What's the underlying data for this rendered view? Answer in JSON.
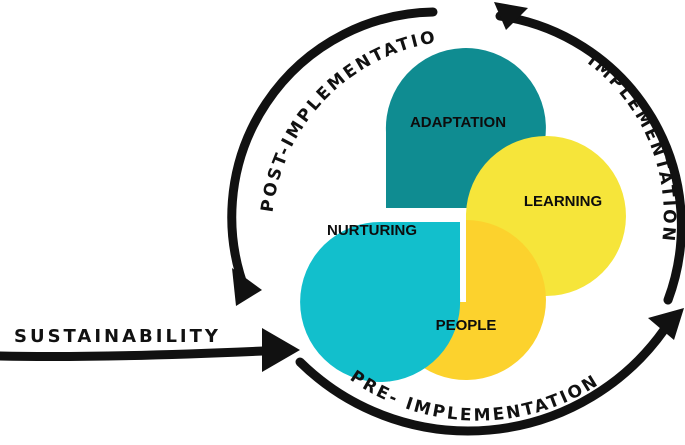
{
  "diagram": {
    "petals": {
      "adaptation": {
        "label": "ADAPTATION",
        "color": "#0f8c91"
      },
      "learning": {
        "label": "LEARNING",
        "color": "#f6e53a"
      },
      "people": {
        "label": "PEOPLE",
        "color": "#fcd22d"
      },
      "nurturing": {
        "label": "NURTURING",
        "color": "#12bfcc"
      }
    },
    "cycle": {
      "post_implementation": "POST-IMPLEMENTATION",
      "implementation": "IMPLEMENTATION",
      "pre_implementation": "PRE- IMPLEMENTATION"
    },
    "input": {
      "label": "SUSTAINABILITY"
    },
    "colors": {
      "stroke": "#111111"
    }
  }
}
